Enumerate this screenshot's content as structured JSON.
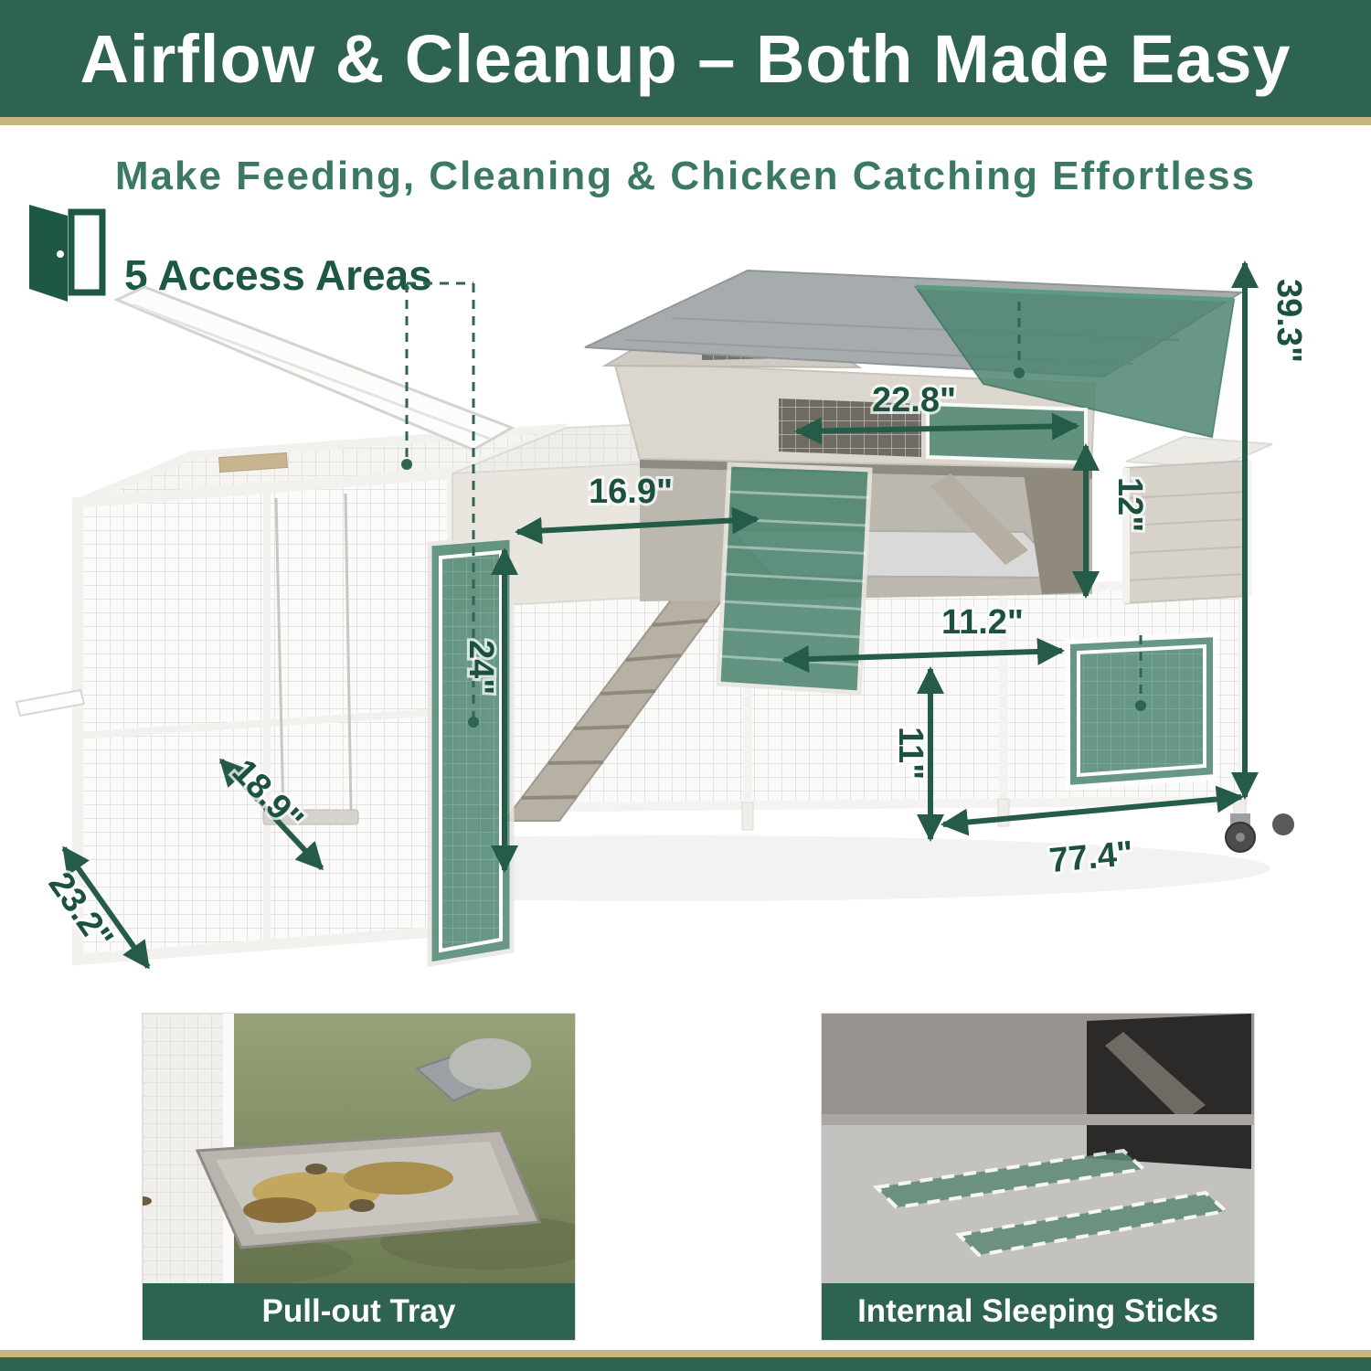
{
  "header": {
    "title": "Airflow & Cleanup – Both Made Easy"
  },
  "subtitle": "Make Feeding, Cleaning & Chicken Catching Effortless",
  "access": {
    "label": "5 Access Areas"
  },
  "dims": {
    "h_total": "39.3\"",
    "w_roof": "22.8\"",
    "w_top": "16.9\"",
    "h_nest": "12\"",
    "h_door": "24\"",
    "w_tray": "11.2\"",
    "h_clearance": "11\"",
    "l_swing": "18.9\"",
    "l_total": "77.4\"",
    "d_total": "23.2\""
  },
  "features": [
    {
      "label": "Pull-out Tray"
    },
    {
      "label": "Internal Sleeping Sticks"
    }
  ],
  "colors": {
    "header_green": "#2d6350",
    "accent_gold": "#c9b47b",
    "dimension_green": "#1c5140",
    "overlay_teal": "#4e8671"
  }
}
